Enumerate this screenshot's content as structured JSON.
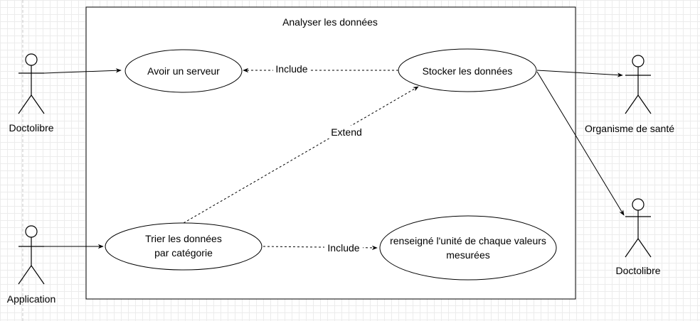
{
  "system": {
    "title": "Analyser les données"
  },
  "actors": {
    "doctolibre_left": "Doctolibre",
    "application": "Application",
    "organisme": "Organisme de santé",
    "doctolibre_right": "Doctolibre"
  },
  "use_cases": {
    "avoir_serveur": "Avoir un serveur",
    "stocker": "Stocker les données",
    "trier_line1": "Trier les données",
    "trier_line2": "par catégorie",
    "renseigne_line1": "renseigné l'unité de chaque valeurs",
    "renseigne_line2": "mesurées"
  },
  "relations": {
    "include_top": "Include",
    "extend": "Extend",
    "include_bottom": "Include"
  }
}
